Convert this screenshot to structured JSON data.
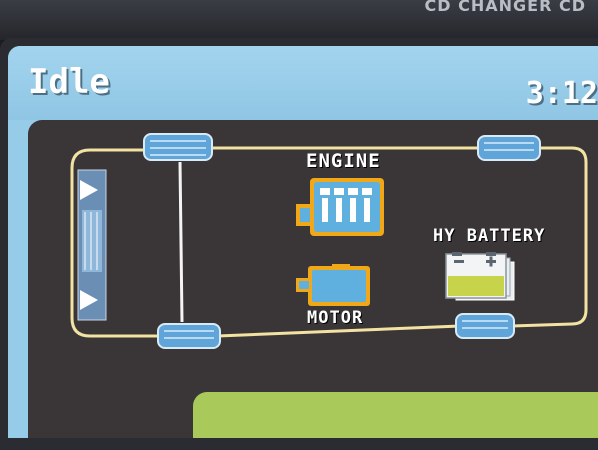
{
  "device": {
    "bezel_text": "CD CHANGER CD"
  },
  "header": {
    "title": "Idle",
    "clock": "3:12"
  },
  "diagram": {
    "engine_label": "ENGINE",
    "motor_label": "MOTOR",
    "battery_label": "HY BATTERY"
  },
  "colors": {
    "title_bar": "#97cce8",
    "panel": "#3a3637",
    "energy_line": "#f2e3a2",
    "component_outline": "#f0a818",
    "component_fill": "#5fb0de",
    "wheel": "#5fa5d9",
    "battery_level": "#c7d34a",
    "bottom_bar": "#a9c95a"
  },
  "icons": [
    "engine-icon",
    "motor-icon",
    "battery-icon",
    "wheel-icon",
    "energy-arrow-icon"
  ]
}
